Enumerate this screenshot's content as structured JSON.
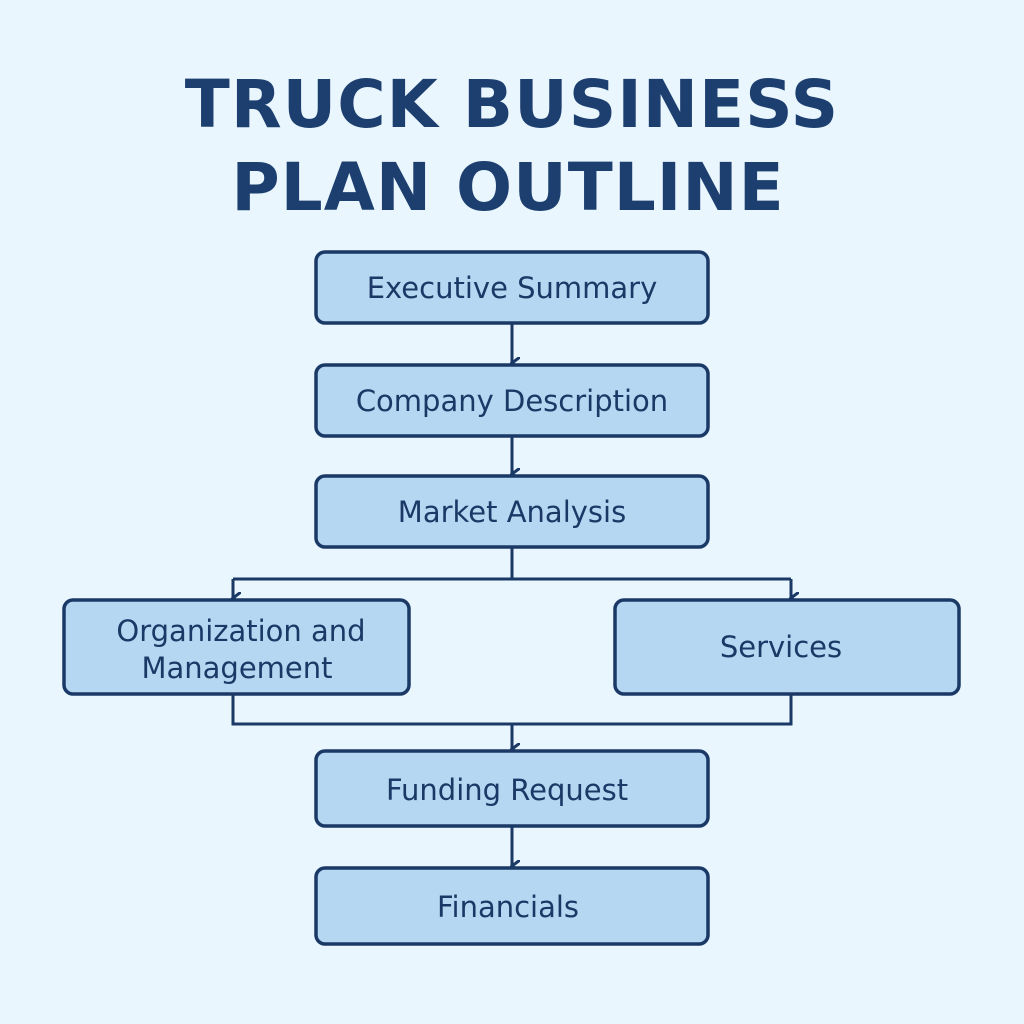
{
  "title": {
    "line1": "TRUCK BUSINESS",
    "line2": "PLAN OUTLINE"
  },
  "nodes": {
    "executive_summary": "Executive Summary",
    "company_description": "Company Description",
    "market_analysis": "Market Analysis",
    "organization_line1": "Organization and",
    "organization_line2": "Management",
    "services": "Services",
    "funding_request": "Funding Request",
    "financials": "Financials"
  },
  "colors": {
    "background": "#e9f6fd",
    "box_fill": "#b6d7f1",
    "border": "#1b3966",
    "title": "#1d3f70"
  }
}
